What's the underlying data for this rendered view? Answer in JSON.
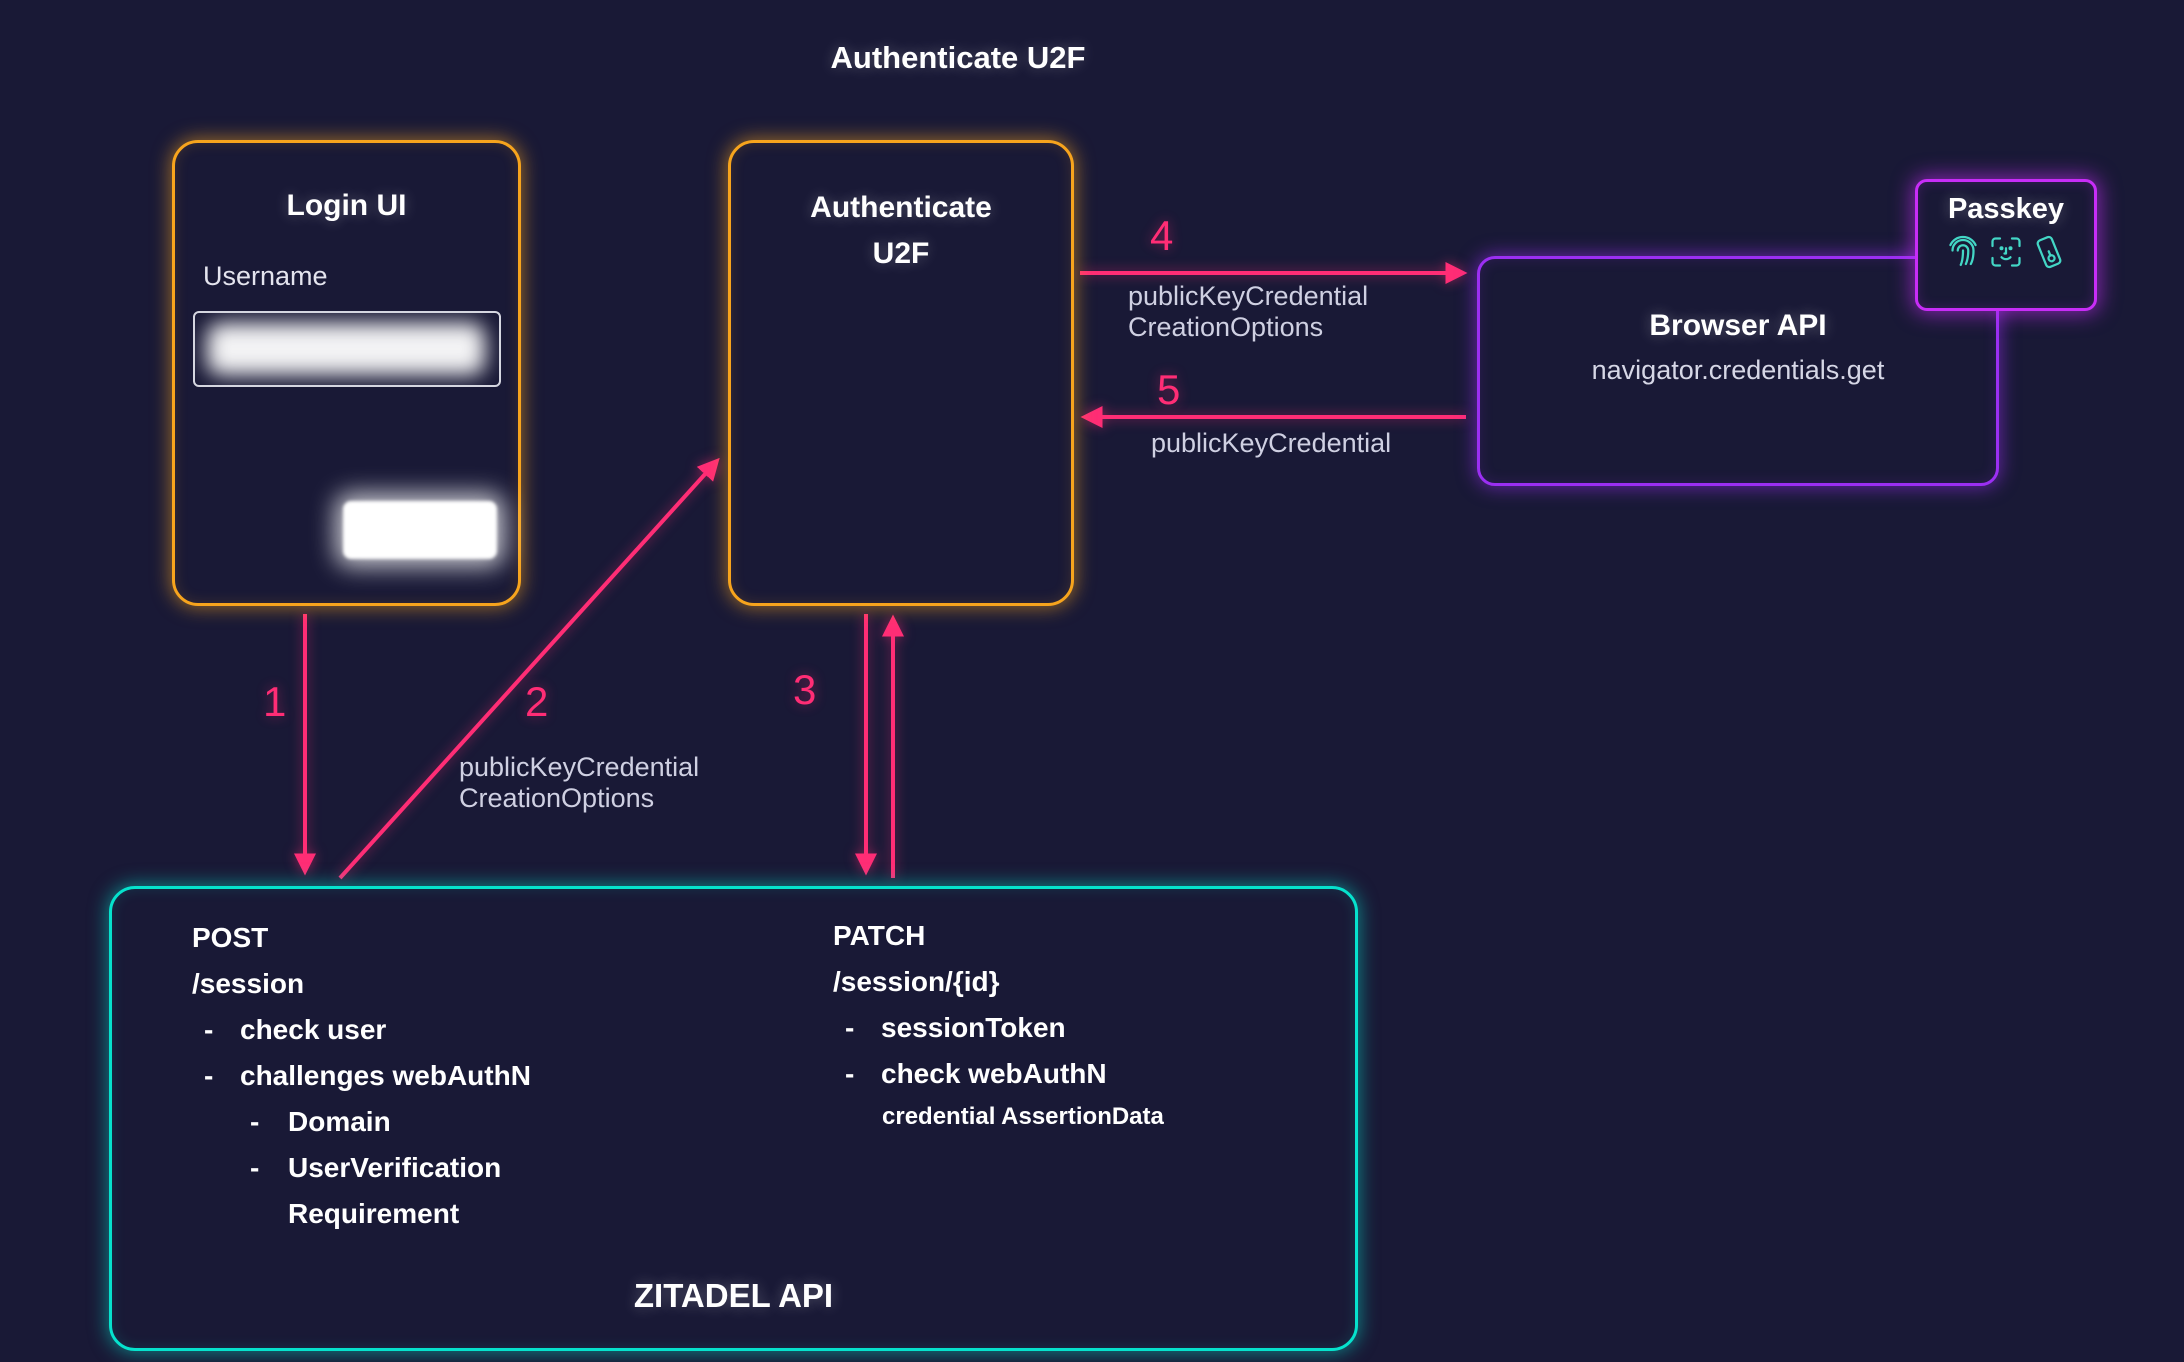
{
  "page": {
    "title": "Authenticate U2F"
  },
  "colors": {
    "background": "#191936",
    "orange": "#f7a41d",
    "purple": "#9b2ff2",
    "magenta": "#c82df7",
    "teal": "#06e2cd",
    "pink": "#ff2d75",
    "icon_teal": "#43d6c5"
  },
  "login_box": {
    "title": "Login UI",
    "username_label": "Username"
  },
  "auth_box": {
    "title_line1": "Authenticate",
    "title_line2": "U2F"
  },
  "browser_box": {
    "title": "Browser API",
    "subtitle": "navigator.credentials.get"
  },
  "passkey_box": {
    "title": "Passkey",
    "icons": [
      "fingerprint-icon",
      "face-id-icon",
      "phone-key-icon"
    ]
  },
  "zitadel_box": {
    "title": "ZITADEL API",
    "bullet_char": "-",
    "post": {
      "method": "POST",
      "path": "/session",
      "item1": "check user",
      "item2": "challenges webAuthN",
      "subitem1": "Domain",
      "subitem2": "UserVerification Requirement"
    },
    "patch": {
      "method": "PATCH",
      "path": "/session/{id}",
      "item1": "sessionToken",
      "item2": "check webAuthN",
      "note": "credential AssertionData"
    }
  },
  "arrows": {
    "step1": {
      "num": "1"
    },
    "step2": {
      "num": "2",
      "caption_line1": "publicKeyCredential",
      "caption_line2": "CreationOptions"
    },
    "step3": {
      "num": "3"
    },
    "step4": {
      "num": "4",
      "caption_line1": "publicKeyCredential",
      "caption_line2": "CreationOptions"
    },
    "step5": {
      "num": "5",
      "caption": "publicKeyCredential"
    }
  }
}
